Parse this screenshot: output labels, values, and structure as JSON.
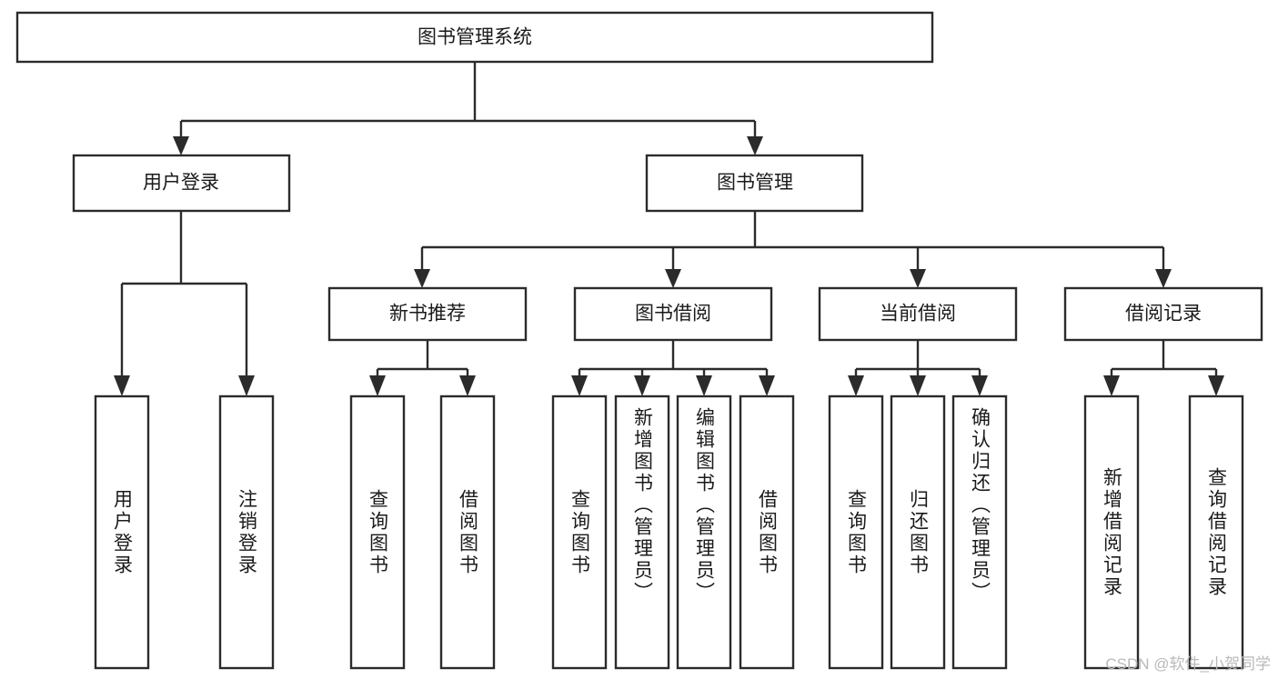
{
  "diagram": {
    "title": "图书管理系统",
    "watermark": "CSDN @软件_小贺同学",
    "colors": {
      "stroke": "#2b2b2b",
      "fill": "#ffffff",
      "text": "#1a1a1a",
      "watermark": "#b9b9b9"
    },
    "root": {
      "label": "图书管理系统"
    },
    "level2": [
      {
        "label": "用户登录"
      },
      {
        "label": "图书管理"
      }
    ],
    "level3": [
      {
        "label": "新书推荐"
      },
      {
        "label": "图书借阅"
      },
      {
        "label": "当前借阅"
      },
      {
        "label": "借阅记录"
      }
    ],
    "leaves": {
      "user_login": [
        {
          "label": "用户登录"
        },
        {
          "label": "注销登录"
        }
      ],
      "new_book_recommend": [
        {
          "label": "查询图书"
        },
        {
          "label": "借阅图书"
        }
      ],
      "book_borrow": [
        {
          "label": "查询图书"
        },
        {
          "label": "新增图书（管理员）"
        },
        {
          "label": "编辑图书（管理员）"
        },
        {
          "label": "借阅图书"
        }
      ],
      "current_borrow": [
        {
          "label": "查询图书"
        },
        {
          "label": "归还图书"
        },
        {
          "label": "确认归还（管理员）"
        }
      ],
      "borrow_record": [
        {
          "label": "新增借阅记录"
        },
        {
          "label": "查询借阅记录"
        }
      ]
    }
  }
}
